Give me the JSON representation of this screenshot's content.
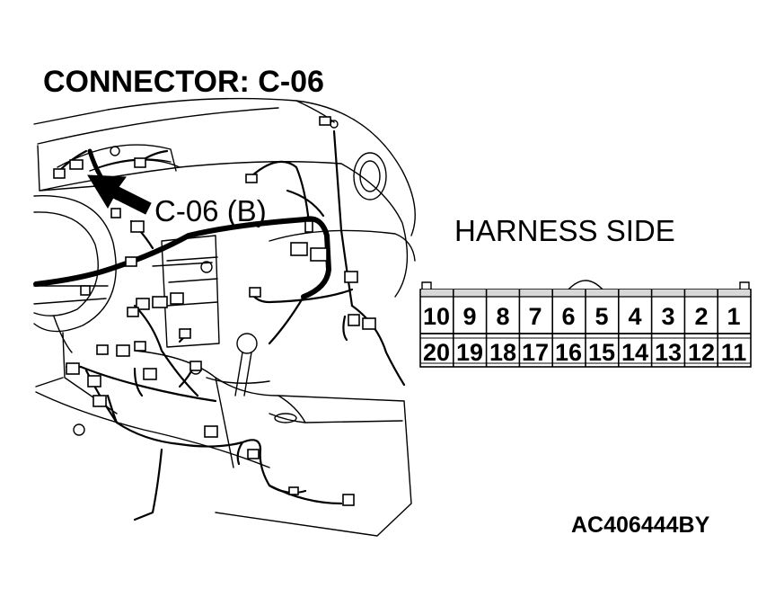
{
  "title": "CONNECTOR: C-06",
  "callout_label": "C-06 (B)",
  "harness_label": "HARNESS SIDE",
  "connector": {
    "top_row": [
      "10",
      "9",
      "8",
      "7",
      "6",
      "5",
      "4",
      "3",
      "2",
      "1"
    ],
    "bottom_row": [
      "20",
      "19",
      "18",
      "17",
      "16",
      "15",
      "14",
      "13",
      "12",
      "11"
    ]
  },
  "figure_code": "AC406444BY",
  "colors": {
    "ink": "#000000",
    "paper": "#ffffff"
  }
}
